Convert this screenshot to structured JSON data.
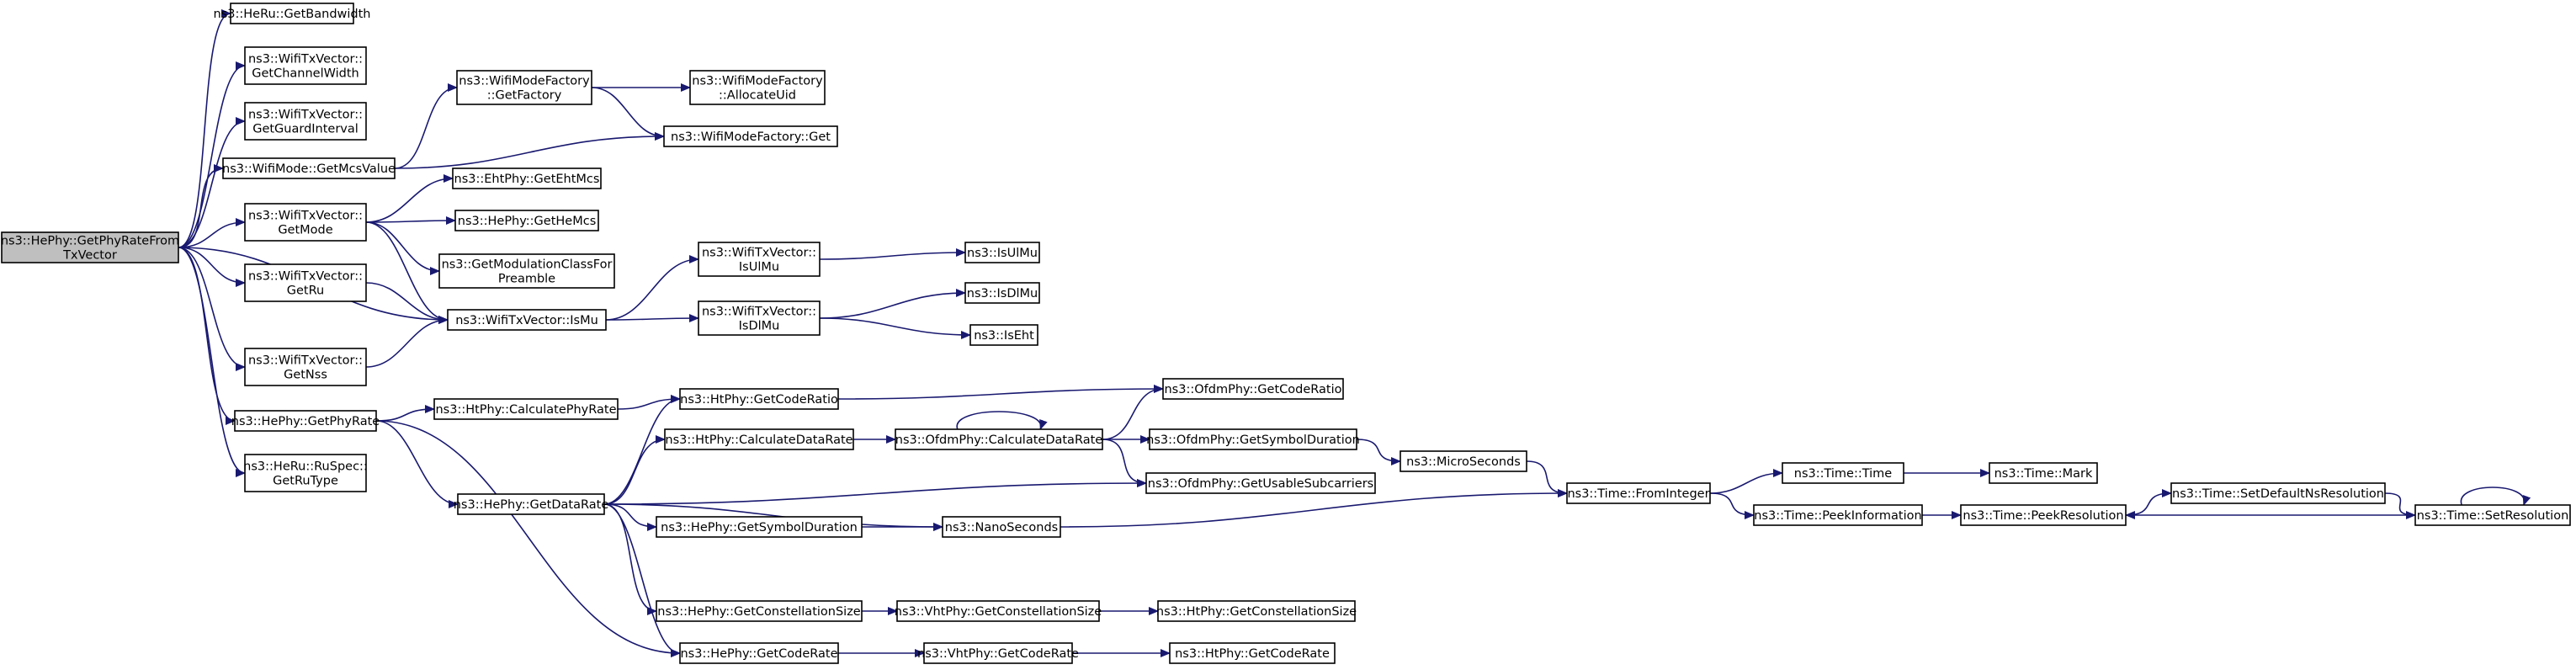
{
  "colors": {
    "edge": "#191970",
    "root_fill": "#bfbfbf",
    "node_fill": "#ffffff",
    "border": "#000000"
  },
  "nodes": {
    "root": [
      "ns3::HePhy::GetPhyRateFrom",
      "TxVector"
    ],
    "heru_getbandwidth": [
      "ns3::HeRu::GetBandwidth"
    ],
    "txv_getchannelwidth": [
      "ns3::WifiTxVector::",
      "GetChannelWidth"
    ],
    "txv_getguardinterval": [
      "ns3::WifiTxVector::",
      "GetGuardInterval"
    ],
    "wifimode_getmcsvalue": [
      "ns3::WifiMode::GetMcsValue"
    ],
    "txv_getmode": [
      "ns3::WifiTxVector::",
      "GetMode"
    ],
    "txv_getru": [
      "ns3::WifiTxVector::",
      "GetRu"
    ],
    "txv_getnss": [
      "ns3::WifiTxVector::",
      "GetNss"
    ],
    "hephy_getphyrate": [
      "ns3::HePhy::GetPhyRate"
    ],
    "heru_ruspec_getrutype": [
      "ns3::HeRu::RuSpec::",
      "GetRuType"
    ],
    "wmf_getfactory": [
      "ns3::WifiModeFactory",
      "::GetFactory"
    ],
    "wmf_allocateuid": [
      "ns3::WifiModeFactory",
      "::AllocateUid"
    ],
    "wmf_get": [
      "ns3::WifiModeFactory::Get"
    ],
    "ehtphy_getehtmcs": [
      "ns3::EhtPhy::GetEhtMcs"
    ],
    "hephy_gethemcs": [
      "ns3::HePhy::GetHeMcs"
    ],
    "getmodulationclass": [
      "ns3::GetModulationClassFor",
      "Preamble"
    ],
    "txv_ismu": [
      "ns3::WifiTxVector::IsMu"
    ],
    "txv_isulmu": [
      "ns3::WifiTxVector::",
      "IsUlMu"
    ],
    "txv_isdlmu": [
      "ns3::WifiTxVector::",
      "IsDlMu"
    ],
    "isulmu": [
      "ns3::IsUlMu"
    ],
    "isdlmu": [
      "ns3::IsDlMu"
    ],
    "iseht": [
      "ns3::IsEht"
    ],
    "htphy_calculatephyrate": [
      "ns3::HtPhy::CalculatePhyRate"
    ],
    "hephy_getdatarate": [
      "ns3::HePhy::GetDataRate"
    ],
    "htphy_getcoderatio": [
      "ns3::HtPhy::GetCodeRatio"
    ],
    "htphy_calculatedatarate": [
      "ns3::HtPhy::CalculateDataRate"
    ],
    "hephy_getsymbolduration": [
      "ns3::HePhy::GetSymbolDuration"
    ],
    "hephy_getconstellationsize": [
      "ns3::HePhy::GetConstellationSize"
    ],
    "hephy_getcoderate": [
      "ns3::HePhy::GetCodeRate"
    ],
    "ofdm_getcoderatio": [
      "ns3::OfdmPhy::GetCodeRatio"
    ],
    "ofdm_calculatedatarate": [
      "ns3::OfdmPhy::CalculateDataRate"
    ],
    "ofdm_getsymbolduration": [
      "ns3::OfdmPhy::GetSymbolDuration"
    ],
    "ofdm_getusablesubcarriers": [
      "ns3::OfdmPhy::GetUsableSubcarriers"
    ],
    "nanoseconds": [
      "ns3::NanoSeconds"
    ],
    "vht_getconstellationsize": [
      "ns3::VhtPhy::GetConstellationSize"
    ],
    "vht_getcoderate": [
      "ns3::VhtPhy::GetCodeRate"
    ],
    "ht_getconstellationsize": [
      "ns3::HtPhy::GetConstellationSize"
    ],
    "ht_getcoderate": [
      "ns3::HtPhy::GetCodeRate"
    ],
    "microseconds": [
      "ns3::MicroSeconds"
    ],
    "time_frominteger": [
      "ns3::Time::FromInteger"
    ],
    "time_time": [
      "ns3::Time::Time"
    ],
    "time_mark": [
      "ns3::Time::Mark"
    ],
    "time_peekinformation": [
      "ns3::Time::PeekInformation"
    ],
    "time_peekresolution": [
      "ns3::Time::PeekResolution"
    ],
    "time_setdefaultnsresolution": [
      "ns3::Time::SetDefaultNsResolution"
    ],
    "time_setresolution": [
      "ns3::Time::SetResolution"
    ]
  }
}
